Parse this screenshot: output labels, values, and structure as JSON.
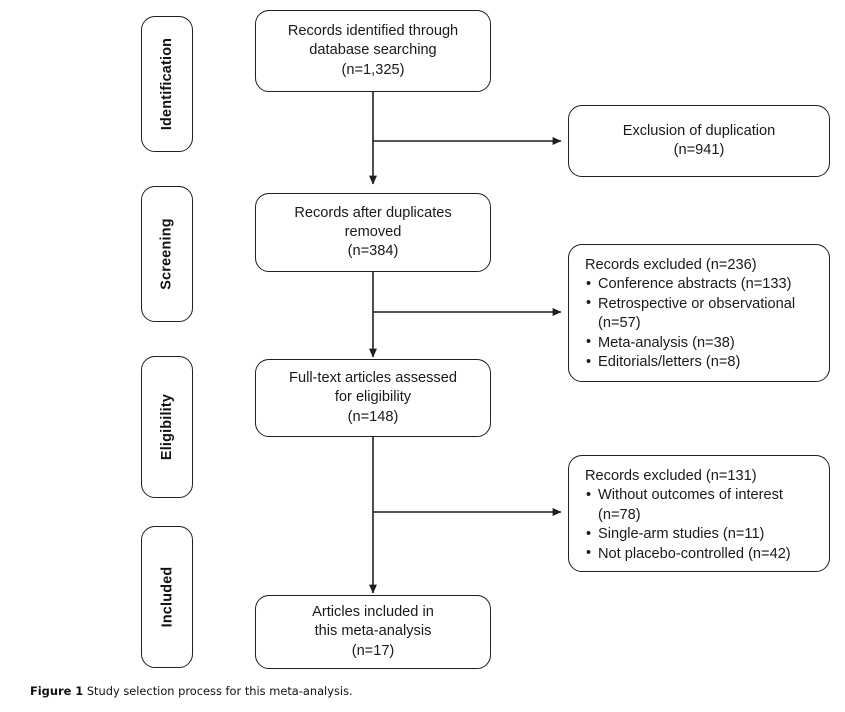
{
  "figure": {
    "caption_lead": "Figure 1",
    "caption_text": "Study selection process for this meta-analysis."
  },
  "stages": [
    {
      "label": "Identification"
    },
    {
      "label": "Screening"
    },
    {
      "label": "Eligibility"
    },
    {
      "label": "Included"
    }
  ],
  "flow": {
    "main_nodes": [
      {
        "id": "identified",
        "text": "Records identified through\ndatabase searching\n(n=1,325)"
      },
      {
        "id": "after_duplicates",
        "text": "Records after duplicates\nremoved\n(n=384)"
      },
      {
        "id": "fulltext",
        "text": "Full-text articles assessed\nfor eligibility\n(n=148)"
      },
      {
        "id": "included",
        "text": "Articles included in\nthis meta-analysis\n(n=17)"
      }
    ],
    "side_nodes": [
      {
        "id": "duplication",
        "text": "Exclusion of duplication\n(n=941)"
      },
      {
        "id": "excluded_screening",
        "heading": "Records excluded (n=236)",
        "items": [
          "Conference abstracts (n=133)",
          "Retrospective or observational (n=57)",
          "Meta-analysis (n=38)",
          "Editorials/letters (n=8)"
        ]
      },
      {
        "id": "excluded_eligibility",
        "heading": "Records excluded (n=131)",
        "items": [
          "Without outcomes of interest (n=78)",
          "Single-arm studies (n=11)",
          "Not placebo-controlled (n=42)"
        ]
      }
    ]
  },
  "colors": {
    "line": "#1f1f1f",
    "box_border": "#1f1f1f",
    "text": "#1a1a1a",
    "background": "#ffffff"
  }
}
